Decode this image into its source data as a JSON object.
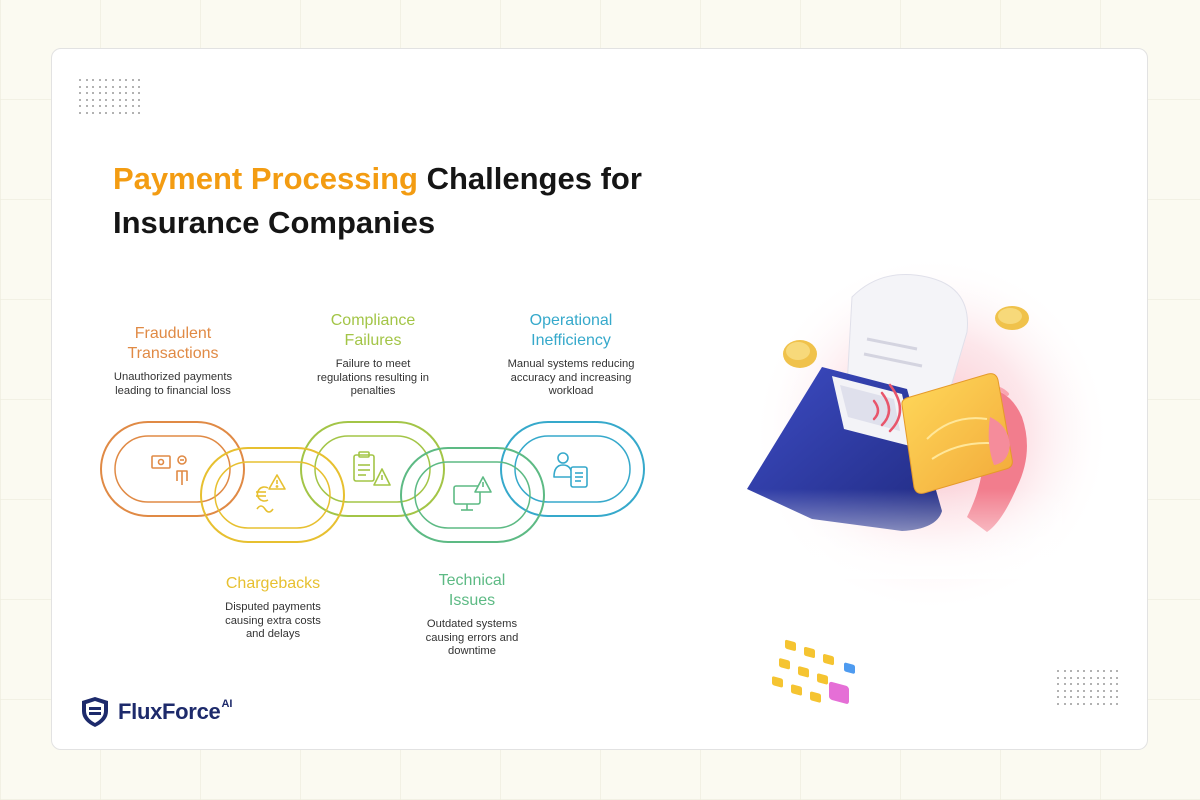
{
  "title": {
    "highlight": "Payment Processing",
    "rest": " Challenges for Insurance Companies",
    "highlight_color": "#f39c12"
  },
  "challenges": [
    {
      "heading": "Fraudulent Transactions",
      "description": "Unauthorized payments leading to financial loss",
      "color": "#e08a45",
      "icon": "money-fraud-icon"
    },
    {
      "heading": "Chargebacks",
      "description": "Disputed payments causing extra costs and delays",
      "color": "#e7c030",
      "icon": "euro-warning-icon"
    },
    {
      "heading": "Compliance Failures",
      "description": "Failure to meet regulations resulting in penalties",
      "color": "#a3c547",
      "icon": "clipboard-warning-icon"
    },
    {
      "heading": "Technical Issues",
      "description": "Outdated systems causing errors and downtime",
      "color": "#5dba84",
      "icon": "monitor-warning-icon"
    },
    {
      "heading": "Operational Inefficiency",
      "description": "Manual systems reducing accuracy and increasing workload",
      "color": "#36a9cb",
      "icon": "user-document-icon"
    }
  ],
  "brand": {
    "name": "FluxForce",
    "suffix": "AI",
    "color": "#1d2a6b"
  }
}
